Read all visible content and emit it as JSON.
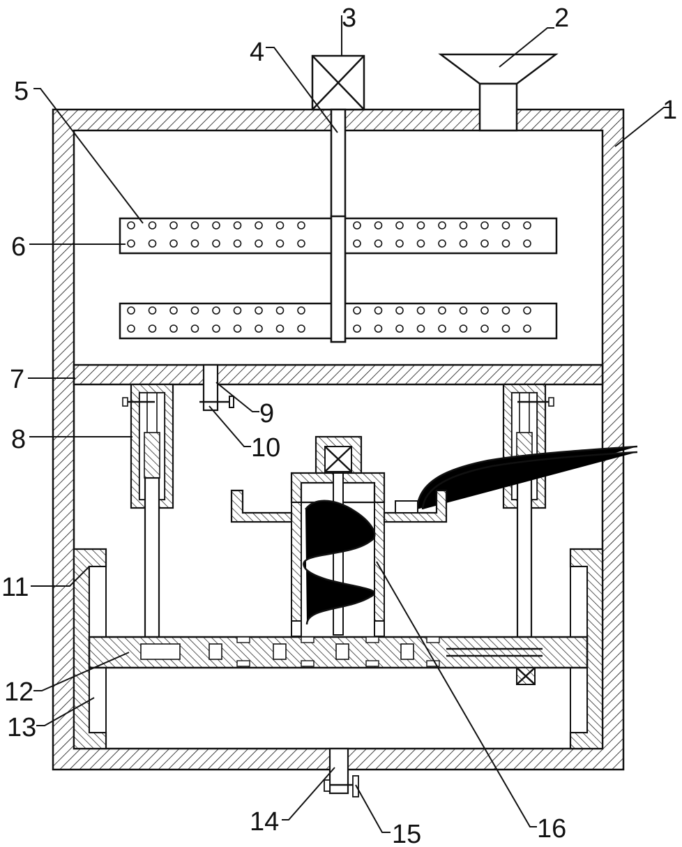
{
  "diagram": {
    "callouts": [
      {
        "id": "1",
        "text": "1"
      },
      {
        "id": "2",
        "text": "2"
      },
      {
        "id": "3",
        "text": "3"
      },
      {
        "id": "4",
        "text": "4"
      },
      {
        "id": "5",
        "text": "5"
      },
      {
        "id": "6",
        "text": "6"
      },
      {
        "id": "7",
        "text": "7"
      },
      {
        "id": "8",
        "text": "8"
      },
      {
        "id": "9",
        "text": "9"
      },
      {
        "id": "10",
        "text": "10"
      },
      {
        "id": "11",
        "text": "11"
      },
      {
        "id": "12",
        "text": "12"
      },
      {
        "id": "13",
        "text": "13"
      },
      {
        "id": "14",
        "text": "14"
      },
      {
        "id": "15",
        "text": "15"
      },
      {
        "id": "16",
        "text": "16"
      }
    ],
    "colors": {
      "stroke": "#111111",
      "background": "#ffffff"
    }
  }
}
